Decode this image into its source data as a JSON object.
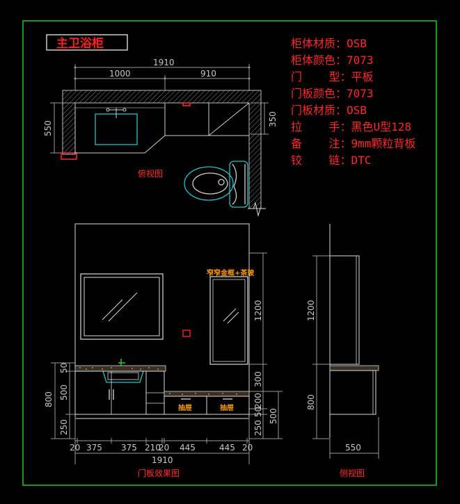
{
  "title": "主卫浴柜",
  "specs": [
    "柜体材质：OSB",
    "柜体颜色：7073",
    "门    型：平板",
    "门板颜色：7073",
    "门板材质：OSB",
    "拉    手：黑色U型128",
    "备    注：9mm颗粒背板",
    "铰    链：DTC"
  ],
  "plan_view": {
    "label": "俯视图",
    "dim_total": "1910",
    "dim_left": "1000",
    "dim_right": "910",
    "dim_depth_left": "550",
    "dim_depth_right": "350"
  },
  "front_view": {
    "label": "门板效果图",
    "cabinet_label": "窄窄金框+茶玻",
    "drawer_label_1": "抽屉",
    "drawer_label_2": "抽屉",
    "dims_bottom": [
      "20",
      "375",
      "375",
      "210",
      "20",
      "445",
      "445",
      "20"
    ],
    "dim_total": "1910",
    "dims_left": [
      "50",
      "500",
      "250"
    ],
    "dim_left_total": "800",
    "dims_right": [
      "1200",
      "300",
      "200",
      "50",
      "250"
    ],
    "dim_right_500": "500"
  },
  "side_view": {
    "label": "侧视图",
    "dim_width": "550",
    "dim_height_1200": "1200",
    "dim_height_800": "800"
  }
}
